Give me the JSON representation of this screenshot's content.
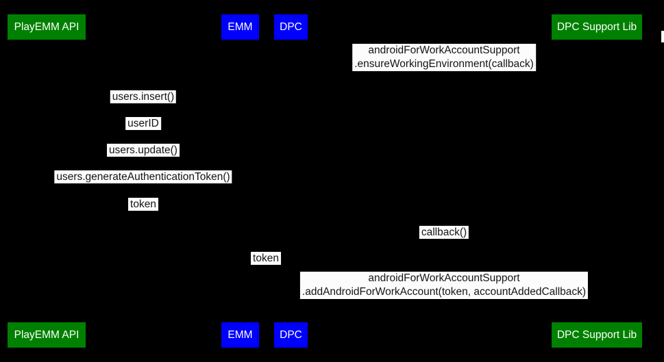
{
  "diagram": {
    "type": "sequence",
    "colors": {
      "background": "#000000",
      "actor_green": "#008000",
      "actor_blue": "#0000fe",
      "label_background": "#fcfcfc",
      "label_text": "#141414",
      "actor_text": "#ffffff"
    },
    "actors": [
      {
        "label": "PlayEMM API",
        "color_role": "green"
      },
      {
        "label": "EMM",
        "color_role": "blue"
      },
      {
        "label": "DPC",
        "color_role": "blue"
      },
      {
        "label": "DPC Support Lib",
        "color_role": "green"
      }
    ],
    "messages": [
      {
        "lines": [
          "androidForWorkAccountSupport",
          ".ensureWorkingEnvironment(callback)"
        ]
      },
      {
        "lines": [
          "users.insert()"
        ]
      },
      {
        "lines": [
          "userID"
        ]
      },
      {
        "lines": [
          "users.update()"
        ]
      },
      {
        "lines": [
          "users.generateAuthenticationToken()"
        ]
      },
      {
        "lines": [
          "token"
        ]
      },
      {
        "lines": [
          "callback()"
        ]
      },
      {
        "lines": [
          "token"
        ]
      },
      {
        "lines": [
          "androidForWorkAccountSupport",
          ".addAndroidForWorkAccount(token, accountAddedCallback)"
        ]
      }
    ]
  }
}
